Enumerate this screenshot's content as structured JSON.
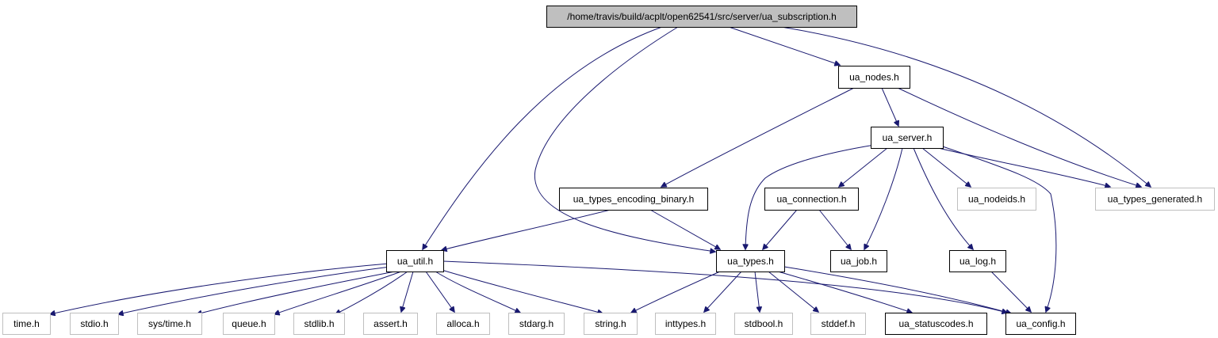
{
  "diagram": {
    "nodes": [
      {
        "id": "root",
        "label": "/home/travis/build/acplt/open62541/src/server/ua_subscription.h",
        "kind": "root"
      },
      {
        "id": "ua_nodes",
        "label": "ua_nodes.h",
        "kind": "documented"
      },
      {
        "id": "ua_server",
        "label": "ua_server.h",
        "kind": "documented"
      },
      {
        "id": "ua_types_encoding_binary",
        "label": "ua_types_encoding_binary.h",
        "kind": "documented"
      },
      {
        "id": "ua_connection",
        "label": "ua_connection.h",
        "kind": "documented"
      },
      {
        "id": "ua_nodeids",
        "label": "ua_nodeids.h",
        "kind": "system"
      },
      {
        "id": "ua_types_generated",
        "label": "ua_types_generated.h",
        "kind": "system"
      },
      {
        "id": "ua_util",
        "label": "ua_util.h",
        "kind": "documented"
      },
      {
        "id": "ua_types",
        "label": "ua_types.h",
        "kind": "documented"
      },
      {
        "id": "ua_job",
        "label": "ua_job.h",
        "kind": "documented"
      },
      {
        "id": "ua_log",
        "label": "ua_log.h",
        "kind": "documented"
      },
      {
        "id": "time",
        "label": "time.h",
        "kind": "system"
      },
      {
        "id": "stdio",
        "label": "stdio.h",
        "kind": "system"
      },
      {
        "id": "sys_time",
        "label": "sys/time.h",
        "kind": "system"
      },
      {
        "id": "queue",
        "label": "queue.h",
        "kind": "system"
      },
      {
        "id": "stdlib",
        "label": "stdlib.h",
        "kind": "system"
      },
      {
        "id": "assert",
        "label": "assert.h",
        "kind": "system"
      },
      {
        "id": "alloca",
        "label": "alloca.h",
        "kind": "system"
      },
      {
        "id": "stdarg",
        "label": "stdarg.h",
        "kind": "system"
      },
      {
        "id": "string",
        "label": "string.h",
        "kind": "system"
      },
      {
        "id": "inttypes",
        "label": "inttypes.h",
        "kind": "system"
      },
      {
        "id": "stdbool",
        "label": "stdbool.h",
        "kind": "system"
      },
      {
        "id": "stddef",
        "label": "stddef.h",
        "kind": "system"
      },
      {
        "id": "ua_statuscodes",
        "label": "ua_statuscodes.h",
        "kind": "documented"
      },
      {
        "id": "ua_config",
        "label": "ua_config.h",
        "kind": "documented"
      }
    ],
    "edges": [
      {
        "from": "root",
        "to": "ua_nodes"
      },
      {
        "from": "root",
        "to": "ua_types_generated"
      },
      {
        "from": "root",
        "to": "ua_util"
      },
      {
        "from": "root",
        "to": "ua_types"
      },
      {
        "from": "ua_nodes",
        "to": "ua_server"
      },
      {
        "from": "ua_nodes",
        "to": "ua_types_generated"
      },
      {
        "from": "ua_nodes",
        "to": "ua_types_encoding_binary"
      },
      {
        "from": "ua_server",
        "to": "ua_types"
      },
      {
        "from": "ua_server",
        "to": "ua_connection"
      },
      {
        "from": "ua_server",
        "to": "ua_job"
      },
      {
        "from": "ua_server",
        "to": "ua_nodeids"
      },
      {
        "from": "ua_server",
        "to": "ua_types_generated"
      },
      {
        "from": "ua_server",
        "to": "ua_log"
      },
      {
        "from": "ua_server",
        "to": "ua_config"
      },
      {
        "from": "ua_types_encoding_binary",
        "to": "ua_util"
      },
      {
        "from": "ua_types_encoding_binary",
        "to": "ua_types"
      },
      {
        "from": "ua_connection",
        "to": "ua_types"
      },
      {
        "from": "ua_connection",
        "to": "ua_job"
      },
      {
        "from": "ua_util",
        "to": "time"
      },
      {
        "from": "ua_util",
        "to": "stdio"
      },
      {
        "from": "ua_util",
        "to": "sys_time"
      },
      {
        "from": "ua_util",
        "to": "queue"
      },
      {
        "from": "ua_util",
        "to": "stdlib"
      },
      {
        "from": "ua_util",
        "to": "assert"
      },
      {
        "from": "ua_util",
        "to": "alloca"
      },
      {
        "from": "ua_util",
        "to": "stdarg"
      },
      {
        "from": "ua_util",
        "to": "string"
      },
      {
        "from": "ua_util",
        "to": "ua_config"
      },
      {
        "from": "ua_types",
        "to": "string"
      },
      {
        "from": "ua_types",
        "to": "inttypes"
      },
      {
        "from": "ua_types",
        "to": "stdbool"
      },
      {
        "from": "ua_types",
        "to": "stddef"
      },
      {
        "from": "ua_types",
        "to": "ua_statuscodes"
      },
      {
        "from": "ua_types",
        "to": "ua_config"
      },
      {
        "from": "ua_log",
        "to": "ua_config"
      }
    ],
    "colors": {
      "edge": "#191970",
      "root_fill": "#bfbfbf",
      "documented_border": "#000000",
      "system_border": "#bfbfbf"
    }
  }
}
